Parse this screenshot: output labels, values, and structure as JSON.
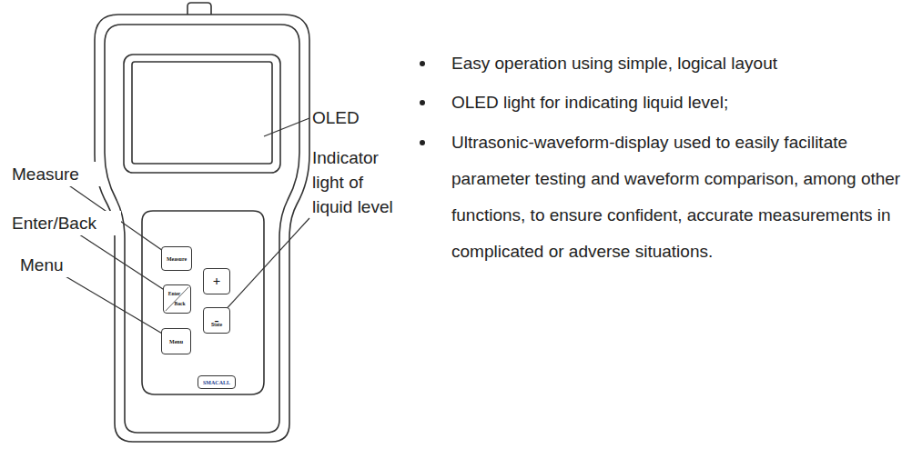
{
  "diagram": {
    "nodes": [
      {
        "text": [
          "Measure"
        ]
      },
      {
        "text": [
          "+"
        ]
      },
      {
        "text": [
          "Enter",
          "Back"
        ]
      },
      {
        "text": [
          "-"
        ]
      },
      {
        "text": [
          "Menu"
        ]
      },
      {
        "text": [
          "SMACALL"
        ]
      }
    ],
    "labels": [
      "Measure",
      "Enter/Back",
      "Menu",
      "OLED",
      "Indicator light of liquid level",
      "State",
      "Easy operation using simple, logical layout",
      "OLED light for indicating liquid level;",
      "Ultrasonic-waveform-display used to easily facilitate parameter testing and waveform comparison, among other functions, to ensure confident, accurate measurements in complicated or adverse situations."
    ]
  }
}
